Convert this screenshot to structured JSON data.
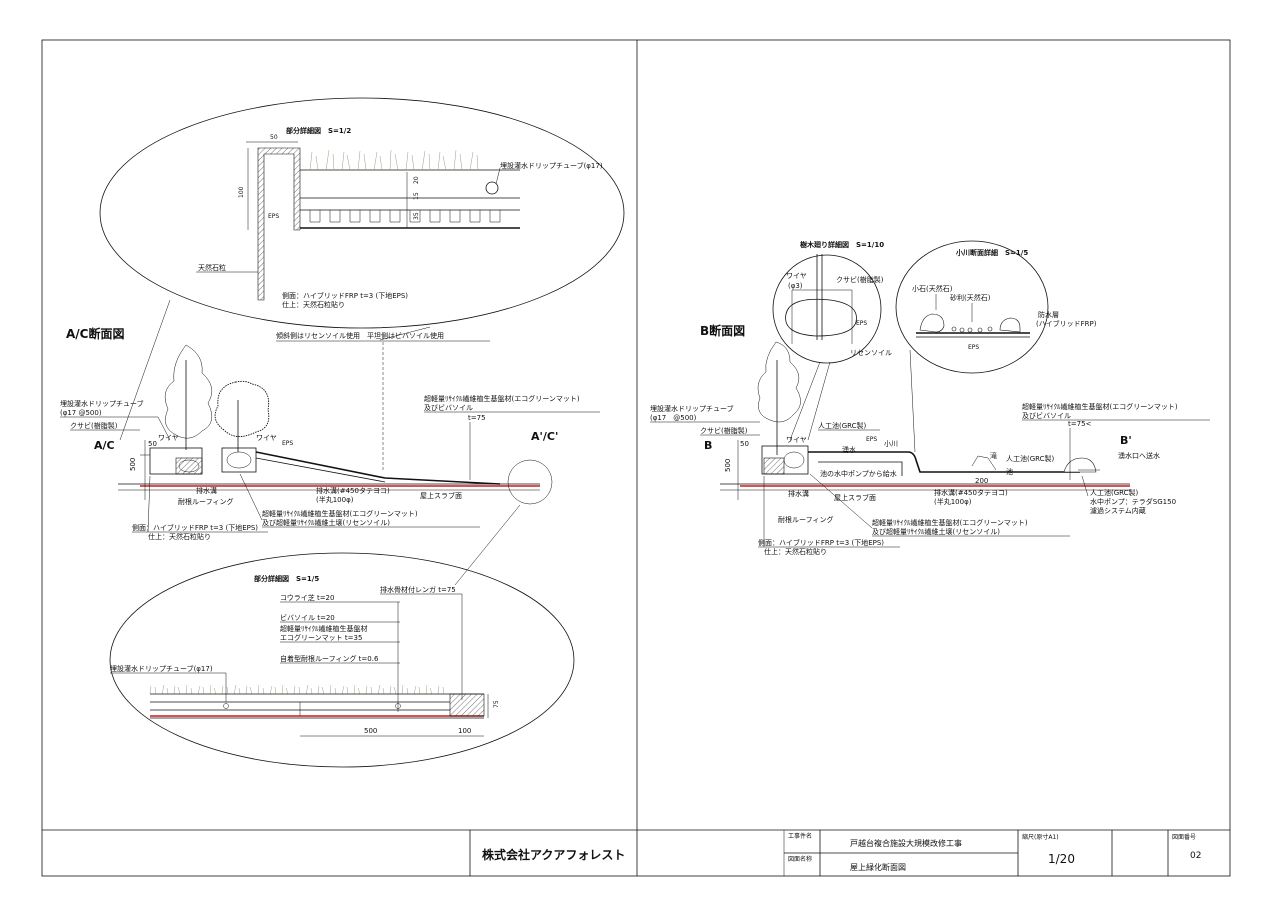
{
  "left_panel": {
    "detail_top": {
      "title": "部分詳細図　S=1/2",
      "dim_50": "50",
      "dim_100": "100",
      "dim_20": "20",
      "dim_15": "15",
      "dim_35": "35",
      "eps": "EPS",
      "drip_tube": "埋設灌水ドリップチューブ(φ17)",
      "stone": "天然石粒",
      "side_line1": "側面：ハイブリッドFRP t=3 (下地EPS)",
      "side_line2": "仕上：天然石粒貼り"
    },
    "section": {
      "title": "A/C断面図",
      "note": "傾斜側はリセンソイル使用　平坦側はビバソイル使用",
      "label_ac": "A/C",
      "label_ac2": "A'/C'",
      "drip_line1": "埋設灌水ドリップチューブ",
      "drip_line2": "(φ17 @500)",
      "kusabi": "クサビ(樹脂製)",
      "dim_50": "50",
      "dim_500": "500",
      "wire1": "ワイヤ",
      "wire2": "ワイヤ",
      "eps": "EPS",
      "mat_line1": "超軽量ﾘｻｲｸﾙ繊維植生基盤材(エコグリーンマット)",
      "mat_line2": "及びビバソイル",
      "t75": "t=75",
      "drain_channel": "排水溝",
      "root_roofing": "耐根ルーフィング",
      "drain_pipe1": "排水溝(#450タテヨコ)",
      "drain_pipe2": "(半丸100φ)",
      "slab": "屋上スラブ面",
      "mat2_line1": "超軽量ﾘｻｲｸﾙ繊維植生基盤材(エコグリーンマット)",
      "mat2_line2": "及び超軽量ﾘｻｲｸﾙ繊維土壌(リセンソイル)",
      "side_line1": "側面：ハイブリッドFRP t=3 (下地EPS)",
      "side_line2": "仕上：天然石粒貼り"
    },
    "detail_bottom": {
      "title": "部分詳細図　S=1/5",
      "drain_brick": "排水骨材付レンガ t=75",
      "turf": "コウライ芝 t=20",
      "viva": "ビバソイル t=20",
      "mat_line1": "超軽量ﾘｻｲｸﾙ繊維植生基盤材",
      "mat_line2": "エコグリーンマット t=35",
      "roofing": "自着型耐根ルーフィング t=0.6",
      "drip_tube": "埋設灌水ドリップチューブ(φ17)",
      "dim_500": "500",
      "dim_100": "100",
      "dim_75": "75"
    }
  },
  "right_panel": {
    "tree_detail": {
      "title": "樹木廻り詳細図　S=1/10",
      "wire": "ワイヤ",
      "wire_size": "(φ3)",
      "kusabi": "クサビ(樹脂製)",
      "eps": "EPS",
      "soil": "リセンソイル"
    },
    "stream_detail": {
      "title": "小川断面詳細　S=1/5",
      "small_stone": "小石(天然石)",
      "gravel": "砂利(天然石)",
      "waterproof_line1": "防水層",
      "waterproof_line2": "(ハイブリッドFRP)",
      "eps": "EPS"
    },
    "section": {
      "title": "B断面図",
      "label_b": "B",
      "label_b2": "B'",
      "drip_line1": "埋設灌水ドリップチューブ",
      "drip_line2": "(φ17　@500)",
      "kusabi": "クサビ(樹脂製)",
      "dim_50": "50",
      "dim_500": "500",
      "wire": "ワイヤ",
      "artificial_pond": "人工池(GRC製)",
      "spring": "湧水",
      "eps": "EPS",
      "stream": "小川",
      "pond_pump": "池の水中ポンプから給水",
      "waterfall": "滝",
      "artificial_pond2": "人工池(GRC製)",
      "dim_200": "200",
      "pond": "池",
      "mat_line1": "超軽量ﾘｻｲｸﾙ繊維植生基盤材(エコグリーンマット)",
      "mat_line2": "及びビバソイル",
      "t75": "t=75<",
      "to_spring": "湧水口へ送水",
      "drain_channel": "排水溝",
      "slab": "屋上スラブ面",
      "drain_pipe1": "排水溝(#450タテヨコ)",
      "drain_pipe2": "(半丸100φ)",
      "pond3": "人工池(GRC製)",
      "pump": "水中ポンプ：テラダSG150",
      "filter": "濾過システム内蔵",
      "root_roofing": "耐根ルーフィング",
      "mat2_line1": "超軽量ﾘｻｲｸﾙ繊維植生基盤材(エコグリーンマット)",
      "mat2_line2": "及び超軽量ﾘｻｲｸﾙ繊維土壌(リセンソイル)",
      "side_line1": "側面：ハイブリッドFRP t=3 (下地EPS)",
      "side_line2": "仕上：天然石粒貼り"
    }
  },
  "title_block": {
    "company": "株式会社アクアフォレスト",
    "project_label": "工事件名",
    "project_name": "戸越台複合施設大規模改修工事",
    "drawing_label": "図面名称",
    "drawing_name": "屋上緑化断面図",
    "scale_label": "縮尺(原寸A1)",
    "scale": "1/20",
    "number_label": "図面番号",
    "number": "02"
  }
}
